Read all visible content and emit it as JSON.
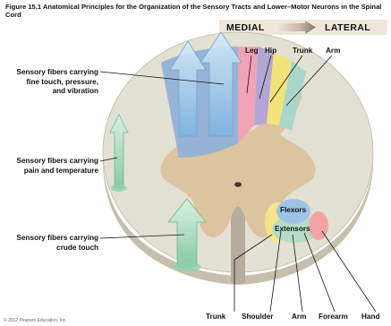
{
  "figure": {
    "title": "Figure 15.1  Anatomical Principles for the Organization of the Sensory Tracts and Lower–Motor Neurons in the Spinal Cord"
  },
  "direction": {
    "medial": "MEDIAL",
    "lateral": "LATERAL"
  },
  "left_labels": {
    "fine_touch": "Sensory fibers carrying fine touch, pressure, and vibration",
    "pain_temp": "Sensory fibers carrying pain and temperature",
    "crude_touch": "Sensory fibers carrying crude touch"
  },
  "top_labels": {
    "leg": "Leg",
    "hip": "Hip",
    "trunk": "Trunk",
    "arm": "Arm"
  },
  "motor_labels": {
    "flexors": "Flexors",
    "extensors": "Extensors"
  },
  "bottom_labels": {
    "trunk": "Trunk",
    "shoulder": "Shoulder",
    "arm": "Arm",
    "forearm": "Forearm",
    "hand": "Hand"
  },
  "copyright": "© 2012 Pearson Education, Inc.",
  "colors": {
    "white_matter": "#e3e0d4",
    "gray_matter": "#ddc4a1",
    "fine_touch_tract": "#8fb0d8",
    "leg": "#f2a3b7",
    "hip": "#b3a6d4",
    "trunk": "#f4e27a",
    "arm": "#a8d7c9",
    "arrow_blue": "#a9cdea",
    "arrow_green": "#a7d8be",
    "flexor_nucleus": "#9fc3e6",
    "extensor_nucleus": "#b6dcc8",
    "trunk_nucleus": "#f6e58a",
    "hand_nucleus": "#f2a3a3"
  }
}
